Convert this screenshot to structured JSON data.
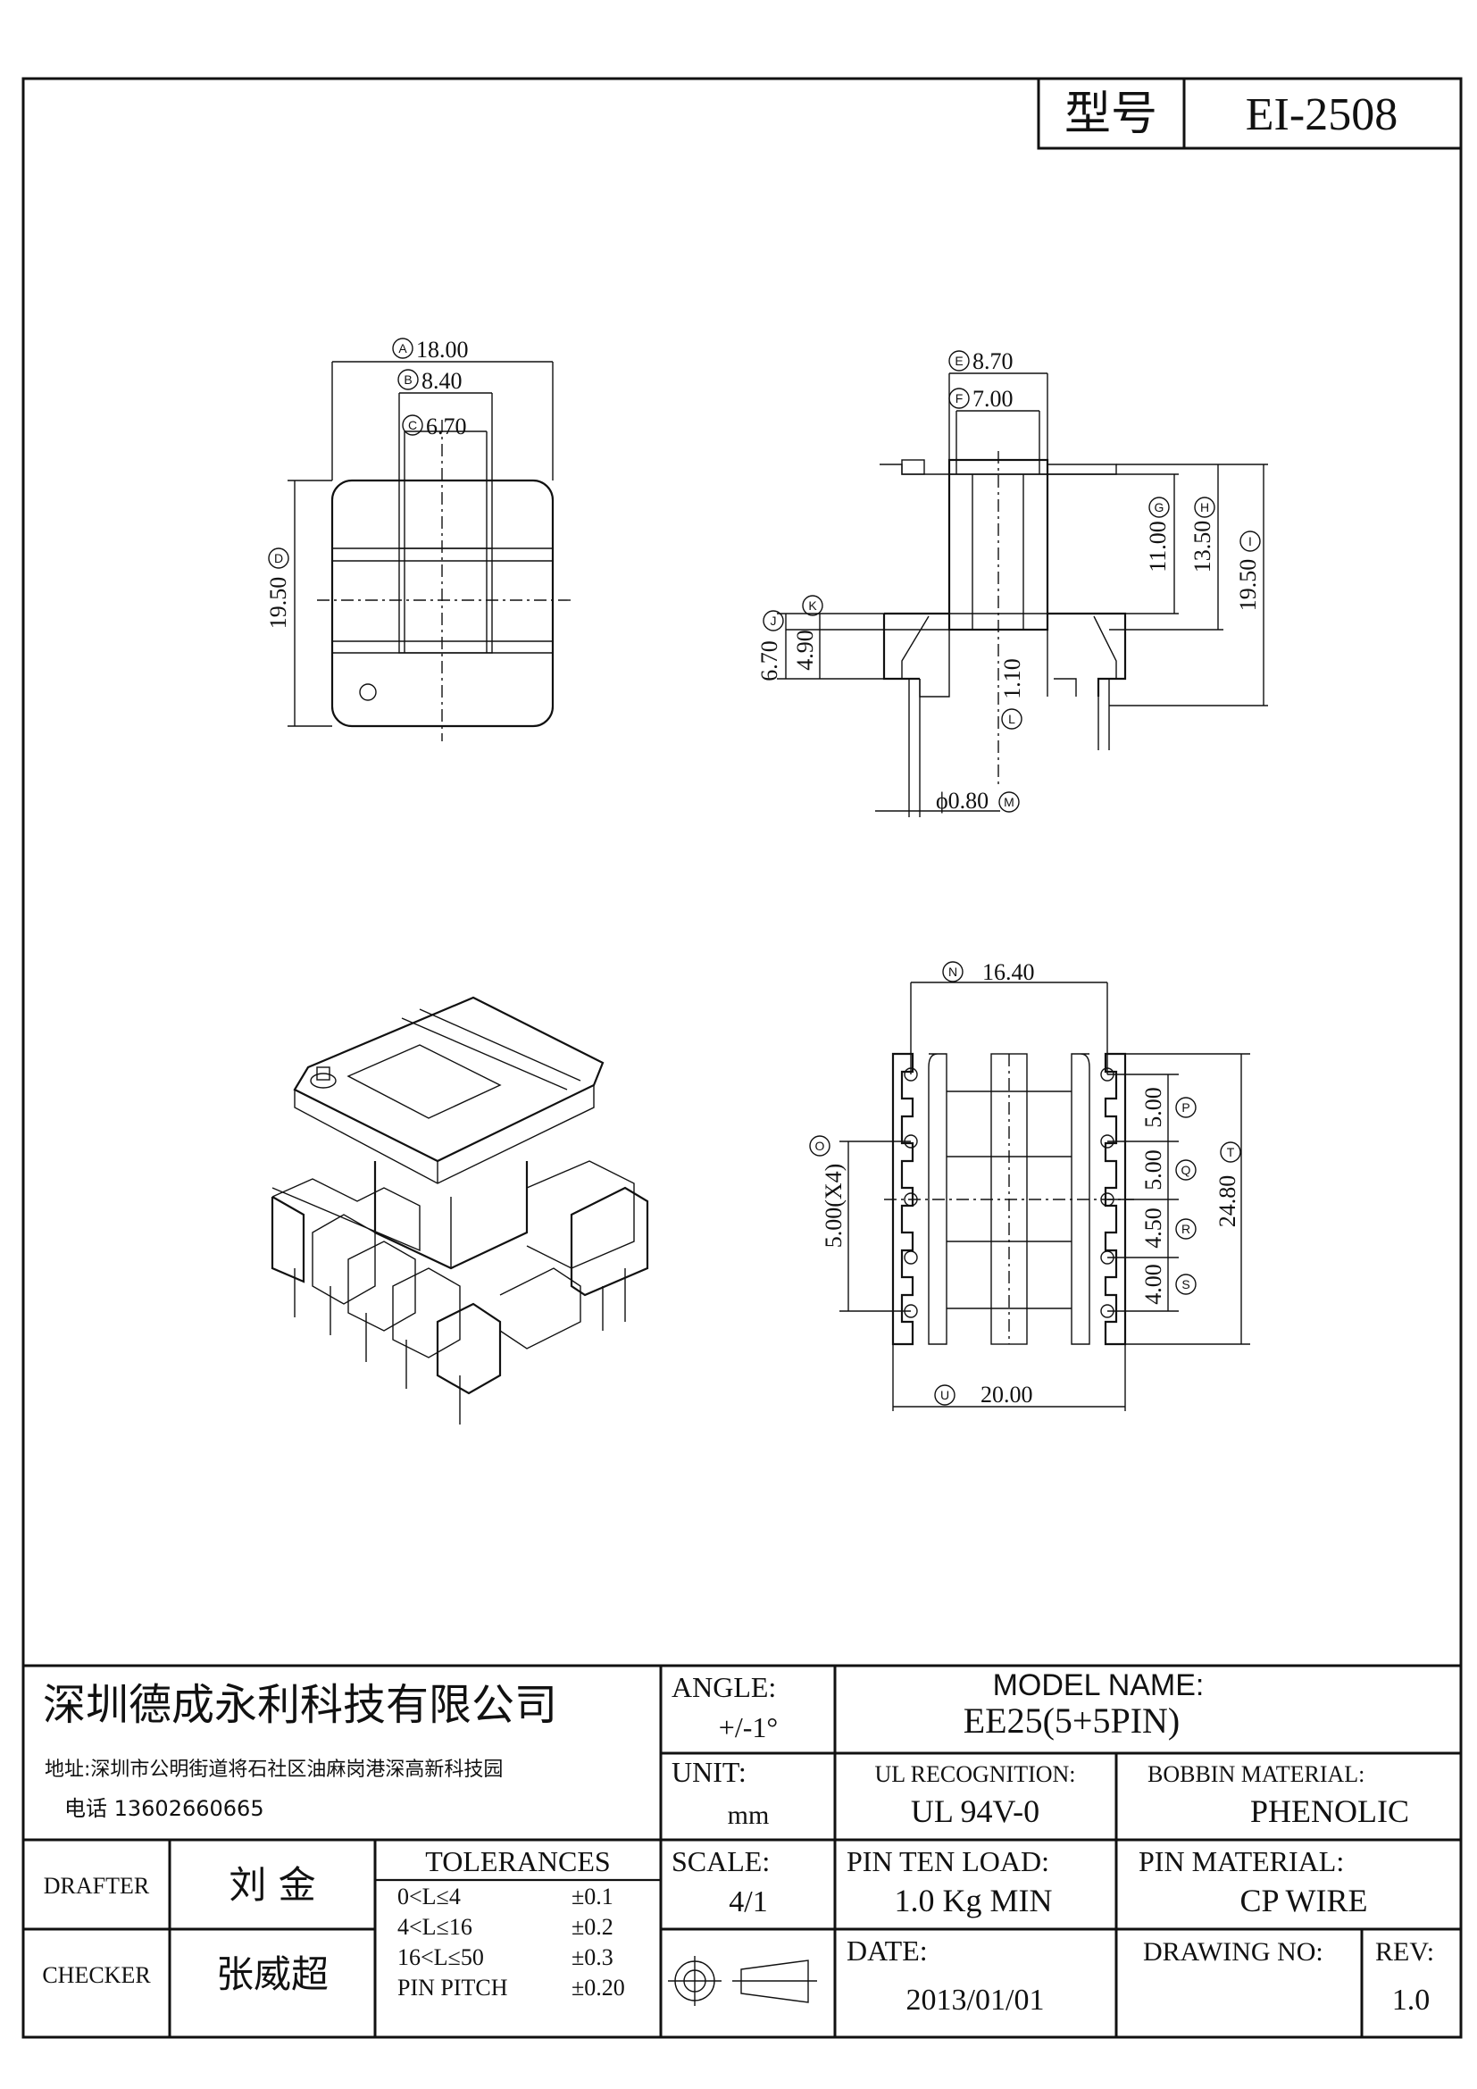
{
  "header": {
    "model_label": "型号",
    "model_value": "EI-2508"
  },
  "dimensions": {
    "A": {
      "tag": "A",
      "value": "18.00"
    },
    "B": {
      "tag": "B",
      "value": "8.40"
    },
    "C": {
      "tag": "C",
      "value": "6.70"
    },
    "D": {
      "tag": "D",
      "value": "19.50"
    },
    "E": {
      "tag": "E",
      "value": "8.70"
    },
    "F": {
      "tag": "F",
      "value": "7.00"
    },
    "G": {
      "tag": "G",
      "value": "11.00"
    },
    "H": {
      "tag": "H",
      "value": "13.50"
    },
    "I": {
      "tag": "I",
      "value": "19.50"
    },
    "J": {
      "tag": "J",
      "value": "6.70"
    },
    "K": {
      "tag": "K",
      "value": "4.90"
    },
    "L": {
      "tag": "L",
      "value": "1.10"
    },
    "M": {
      "tag": "M",
      "value": "ϕ0.80"
    },
    "N": {
      "tag": "N",
      "value": "16.40"
    },
    "O": {
      "tag": "O",
      "value": "5.00(X4)"
    },
    "P": {
      "tag": "P",
      "value": "5.00"
    },
    "Q": {
      "tag": "Q",
      "value": "5.00"
    },
    "R": {
      "tag": "R",
      "value": "4.50"
    },
    "S": {
      "tag": "S",
      "value": "4.00"
    },
    "T": {
      "tag": "T",
      "value": "24.80"
    },
    "U": {
      "tag": "U",
      "value": "20.00"
    }
  },
  "title_block": {
    "company": "深圳德成永利科技有限公司",
    "address": "地址:深圳市公明街道将石社区油麻岗港深高新科技园",
    "phone": "电话  13602660665",
    "angle_label": "ANGLE:",
    "angle_value": "+/-1°",
    "model_name_label": "MODEL NAME:",
    "model_name_value": "EE25(5+5PIN)",
    "unit_label": "UNIT:",
    "unit_value": "mm",
    "ul_label": "UL RECOGNITION:",
    "ul_value": "UL 94V-0",
    "bobbin_label": "BOBBIN MATERIAL:",
    "bobbin_value": "PHENOLIC",
    "drafter_label": "DRAFTER",
    "drafter_value": "刘  金",
    "tolerances_label": "TOLERANCES",
    "tolerances": [
      {
        "range": "0<L≤4",
        "value": "±0.1"
      },
      {
        "range": "4<L≤16",
        "value": "±0.2"
      },
      {
        "range": "16<L≤50",
        "value": "±0.3"
      },
      {
        "range": "PIN PITCH",
        "value": "±0.20"
      }
    ],
    "scale_label": "SCALE:",
    "scale_value": "4/1",
    "pin_load_label": "PIN TEN LOAD:",
    "pin_load_value": "1.0 Kg MIN",
    "pin_material_label": "PIN MATERIAL:",
    "pin_material_value": "CP WIRE",
    "checker_label": "CHECKER",
    "checker_value": "张威超",
    "date_label": "DATE:",
    "date_value": "2013/01/01",
    "drawing_no_label": "DRAWING NO:",
    "rev_label": "REV:",
    "rev_value": "1.0"
  }
}
